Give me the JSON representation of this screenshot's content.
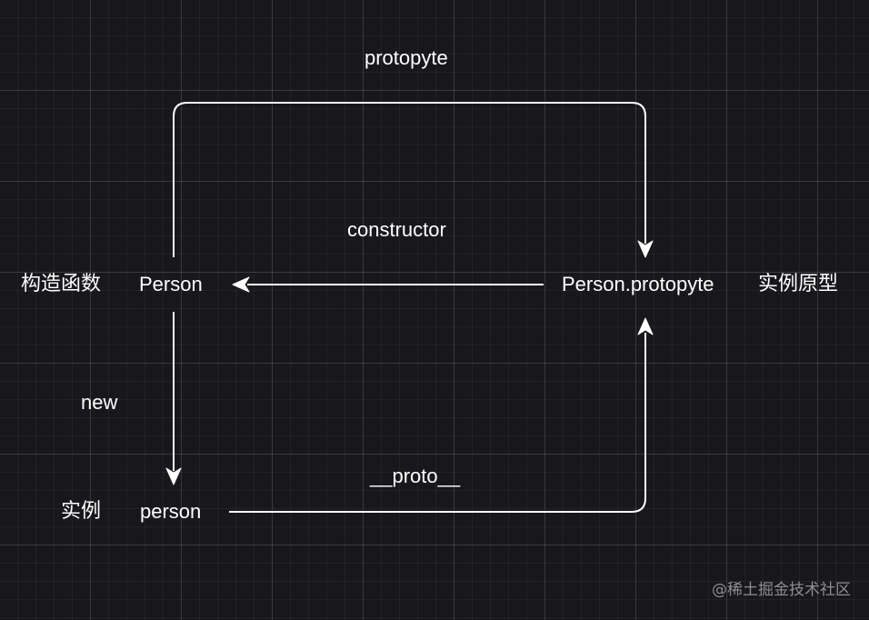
{
  "diagram": {
    "nodes": {
      "constructor_desc": "构造函数",
      "constructor_fn": "Person",
      "prototype_obj": "Person.protopyte",
      "prototype_desc": "实例原型",
      "instance_desc": "实例",
      "instance_obj": "person"
    },
    "edges": {
      "prototype_label": "protopyte",
      "constructor_label": "constructor",
      "new_label": "new",
      "proto_label": "__proto__"
    }
  },
  "watermark": "@稀土掘金技术社区",
  "colors": {
    "background": "#18171b",
    "foreground": "#ffffff",
    "watermark": "#8e8e93"
  }
}
